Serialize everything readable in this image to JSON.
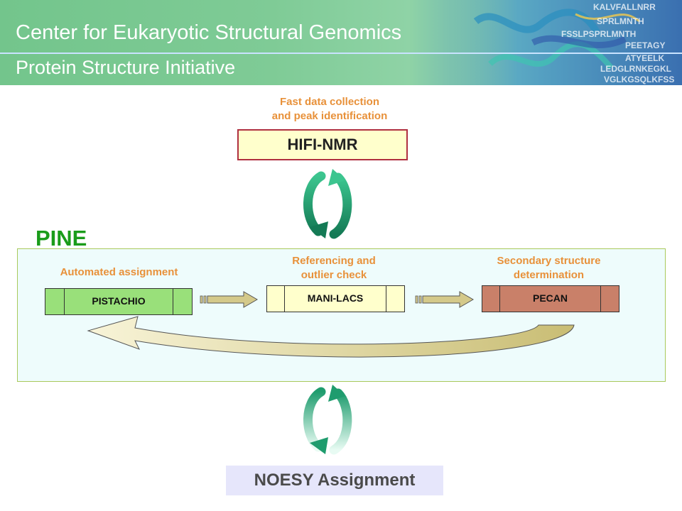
{
  "banner": {
    "title": "Center for Eukaryotic Structural Genomics",
    "subtitle": "Protein Structure Initiative",
    "sequence_lines": [
      "KALVFALLNRR",
      "SPRLMNTH",
      "FSSLPSPRLMNTH",
      "PEETAGY",
      "ATYEELK",
      "LEDGLRNKEGKL",
      "VGLKGSQLKFSS"
    ]
  },
  "hifi": {
    "caption_line1": "Fast data collection",
    "caption_line2": "and peak identification",
    "label": "HIFI-NMR"
  },
  "pine": {
    "label": "PINE",
    "modules": [
      {
        "caption_line1": "Automated assignment",
        "caption_line2": "",
        "label": "PISTACHIO",
        "color": "#99e07a"
      },
      {
        "caption_line1": "Referencing and",
        "caption_line2": "outlier check",
        "label": "MANI-LACS",
        "color": "#ffffcc"
      },
      {
        "caption_line1": "Secondary structure",
        "caption_line2": "determination",
        "label": "PECAN",
        "color": "#c98069"
      }
    ]
  },
  "noesy": {
    "label": "NOESY Assignment"
  },
  "colors": {
    "caption": "#e8913a",
    "pine_label": "#1a9c1a",
    "panel_fill": "#eefcfc",
    "arrow_fill": "#d4c98a",
    "cycle_arrow": "#1f9c6e"
  }
}
